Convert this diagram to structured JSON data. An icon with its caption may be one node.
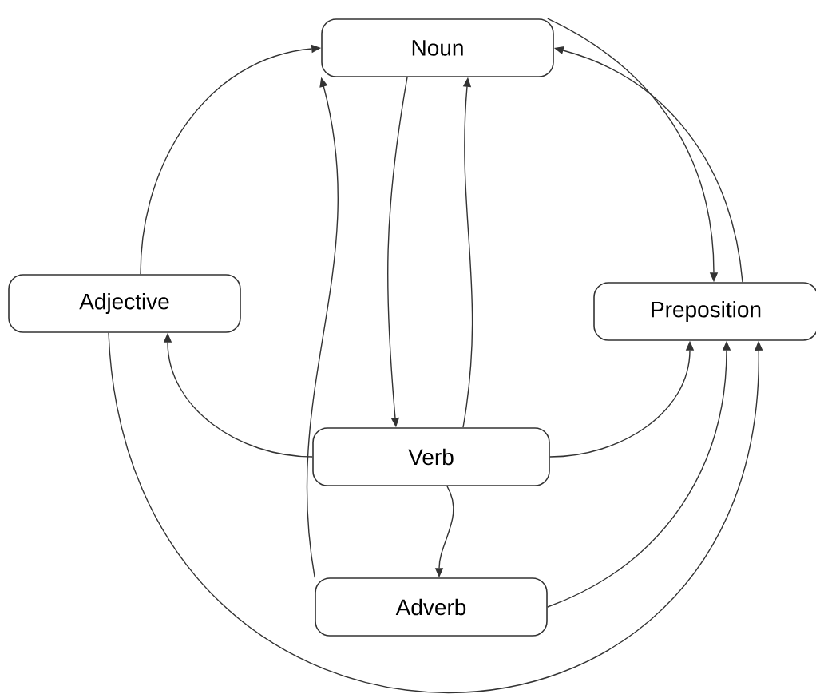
{
  "diagram": {
    "nodes": [
      {
        "text": [
          "Noun"
        ]
      },
      {
        "text": [
          "Adjective"
        ]
      },
      {
        "text": [
          "Preposition"
        ]
      },
      {
        "text": [
          "Verb"
        ]
      },
      {
        "text": [
          "Adverb"
        ]
      }
    ],
    "edges": [
      {
        "from": 1,
        "to": 0,
        "arrow": "to"
      },
      {
        "from": 4,
        "to": 0,
        "arrow": "to"
      },
      {
        "from": 0,
        "to": 3,
        "arrow": "to"
      },
      {
        "from": 3,
        "to": 0,
        "arrow": "to"
      },
      {
        "from": 0,
        "to": 2,
        "arrow": "to"
      },
      {
        "from": 2,
        "to": 0,
        "arrow": "to"
      },
      {
        "from": 3,
        "to": 1,
        "arrow": "to"
      },
      {
        "from": 3,
        "to": 2,
        "arrow": "to"
      },
      {
        "from": 3,
        "to": 4,
        "arrow": "to"
      },
      {
        "from": 4,
        "to": 2,
        "arrow": "to"
      },
      {
        "from": 1,
        "to": 2,
        "arrow": "to"
      }
    ]
  }
}
